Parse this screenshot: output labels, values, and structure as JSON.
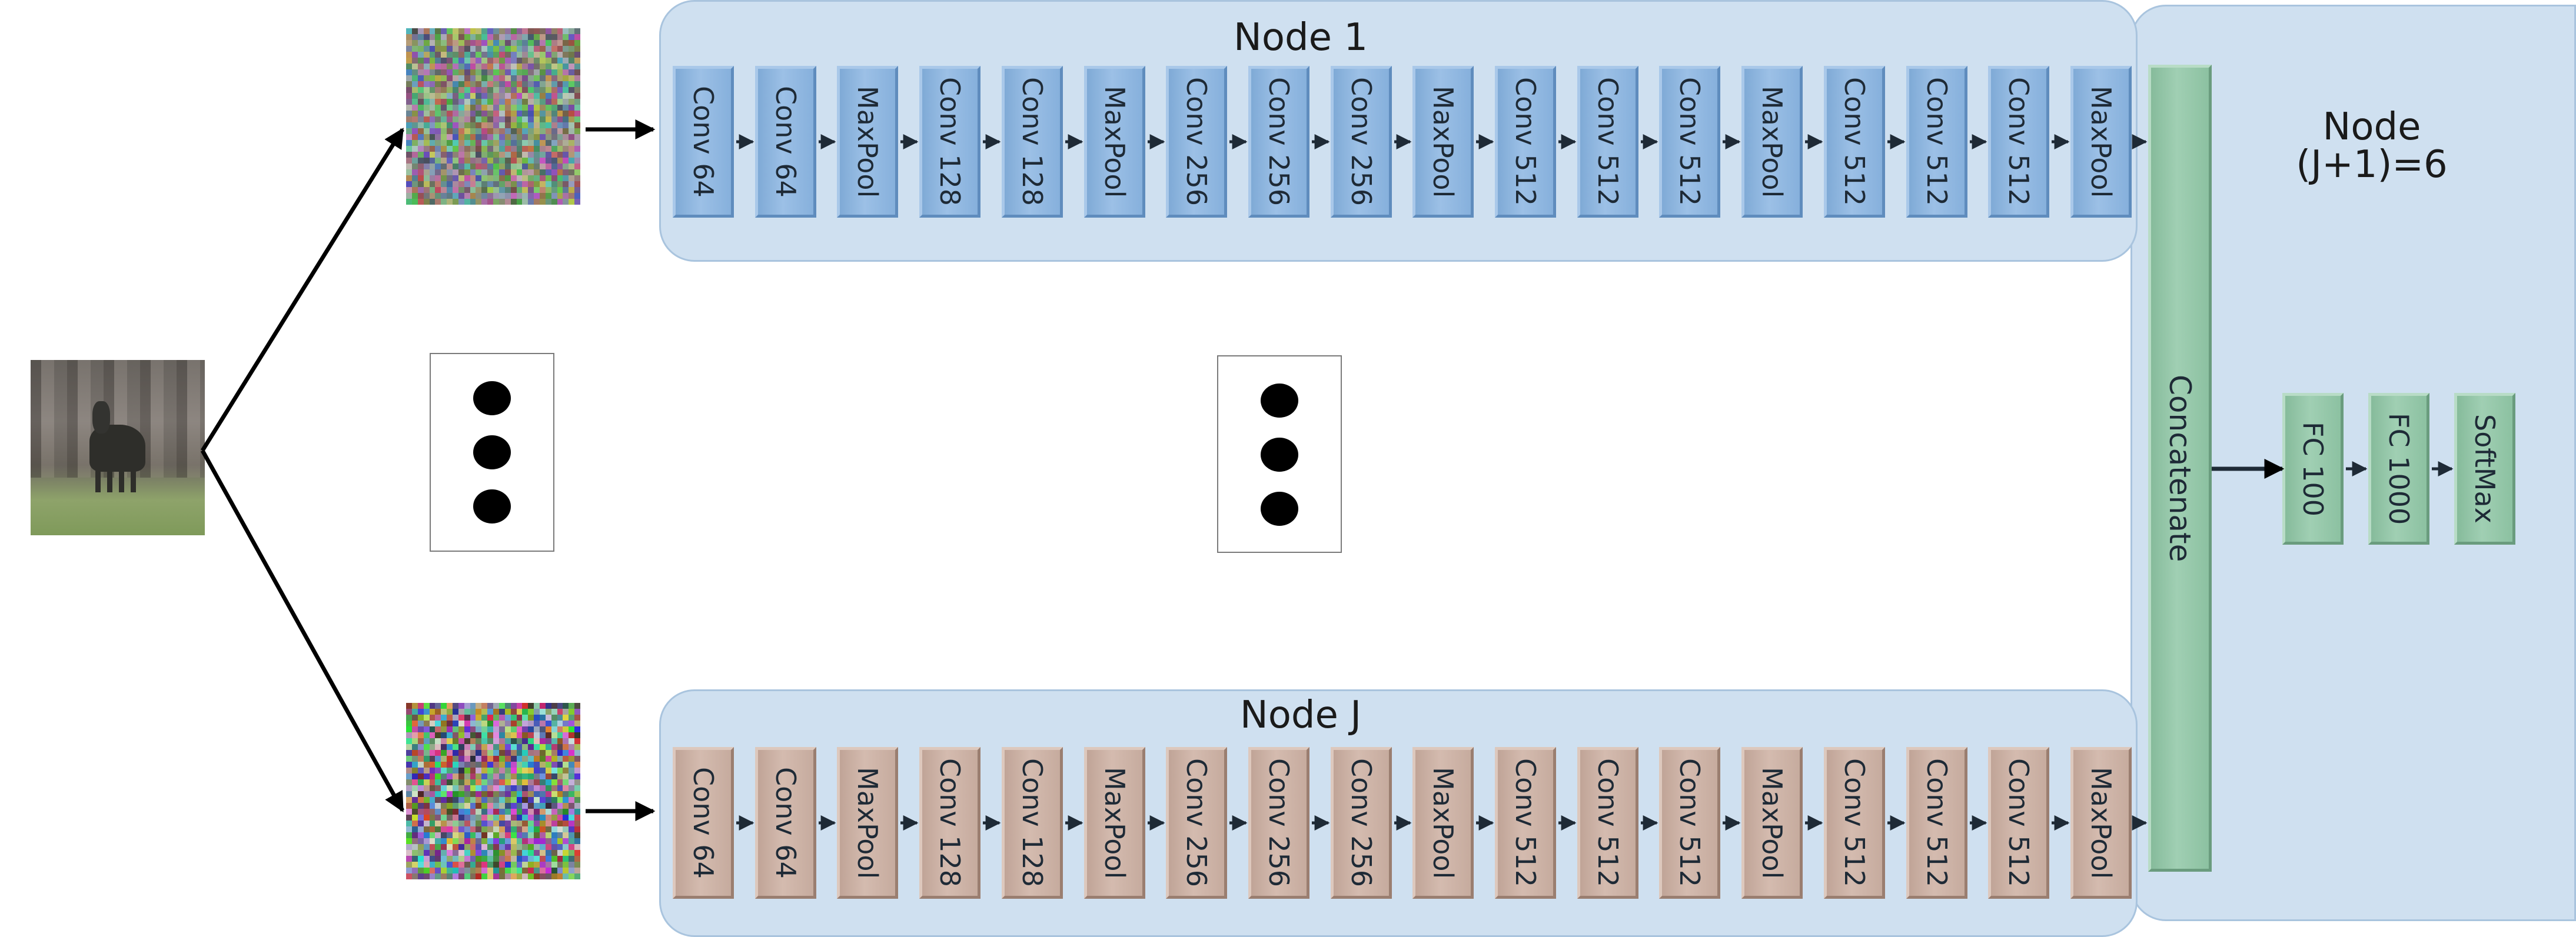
{
  "node1": {
    "title": "Node 1",
    "layers": [
      "Conv 64",
      "Conv 64",
      "MaxPool",
      "Conv 128",
      "Conv 128",
      "MaxPool",
      "Conv 256",
      "Conv 256",
      "Conv 256",
      "MaxPool",
      "Conv 512",
      "Conv 512",
      "Conv 512",
      "MaxPool",
      "Conv 512",
      "Conv 512",
      "Conv 512",
      "MaxPool"
    ]
  },
  "nodeJ": {
    "title": "Node J",
    "layers": [
      "Conv 64",
      "Conv 64",
      "MaxPool",
      "Conv 128",
      "Conv 128",
      "MaxPool",
      "Conv 256",
      "Conv 256",
      "Conv 256",
      "MaxPool",
      "Conv 512",
      "Conv 512",
      "Conv 512",
      "MaxPool",
      "Conv 512",
      "Conv 512",
      "Conv 512",
      "MaxPool"
    ]
  },
  "server": {
    "title": "Node (J+1)=6",
    "concat_label": "Concatenate",
    "head_layers": [
      "FC 100",
      "FC 1000",
      "SoftMax"
    ]
  },
  "colors": {
    "node1_layer": "#8fb7e0",
    "nodeJ_layer": "#ccb0a3",
    "server_layer": "#92c6a7",
    "panel": "#cfe0f0"
  }
}
